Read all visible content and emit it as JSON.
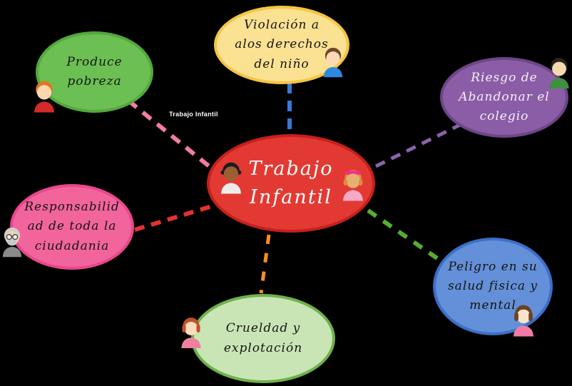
{
  "diagram": {
    "center": {
      "label": "Trabajo\nInfantil",
      "fill": "#e23a33",
      "border": "#c6201c",
      "text_color": "#ffffff"
    },
    "edge_label": "Trabajo Infantil",
    "nodes": [
      {
        "id": "violacion-derechos",
        "label": "Violación a\nalos derechos\ndel niño",
        "fill": "#fbe192",
        "border": "#f4c544",
        "text_color": "#151515",
        "connector_color": "#3a78d8"
      },
      {
        "id": "produce-pobreza",
        "label": "Produce\npobreza",
        "fill": "#6cbf53",
        "border": "#54a83b",
        "text_color": "#151515",
        "connector_color": "#f27ca5"
      },
      {
        "id": "riesgo-abandonar-colegio",
        "label": "Riesgo de\nAbandonar el\ncolegio",
        "fill": "#8a5da6",
        "border": "#6d4687",
        "text_color": "#f4eef8",
        "connector_color": "#8a63aa"
      },
      {
        "id": "responsabilidad-ciudadania",
        "label": "Responsabilid\nad de toda la\nciudadania",
        "fill": "#f2659c",
        "border": "#e8478d",
        "text_color": "#151515",
        "connector_color": "#e23230"
      },
      {
        "id": "peligro-salud",
        "label": "Peligro en su\nsalud fisica y\nmental",
        "fill": "#6390d8",
        "border": "#3b6fc8",
        "text_color": "#151515",
        "connector_color": "#56ae2f"
      },
      {
        "id": "crueldad-explotacion",
        "label": "Crueldad y\nexplotación",
        "fill": "#c9e5b5",
        "border": "#70b14a",
        "text_color": "#151515",
        "connector_color": "#f78f20"
      }
    ],
    "icons": [
      {
        "name": "boy-orange-hair-red-shirt",
        "hair": "#e07820",
        "shirt": "#d42a2a"
      },
      {
        "name": "boy-brown-hair-blue-shirt",
        "hair": "#6b4a2b",
        "shirt": "#2f88e0"
      },
      {
        "name": "boy-black-hair-green-shirt",
        "hair": "#26261f",
        "shirt": "#3e8f3e"
      },
      {
        "name": "dark-skinned-child-white-shirt",
        "hair": "#1c1c1c",
        "shirt": "#ececec"
      },
      {
        "name": "girl-pink-headband",
        "hair": "#d98e3f",
        "shirt": "#f8a8c8"
      },
      {
        "name": "old-man-glasses-beard",
        "hair": "#cfcfcf",
        "shirt": "#8a8a8a"
      },
      {
        "name": "girl-brown-bob-pink-dress",
        "hair": "#6b4226",
        "shirt": "#f27ba6"
      },
      {
        "name": "girl-auburn-hair-pink-shirt",
        "hair": "#c0502a",
        "shirt": "#f080a0"
      }
    ],
    "background": "#000000"
  }
}
